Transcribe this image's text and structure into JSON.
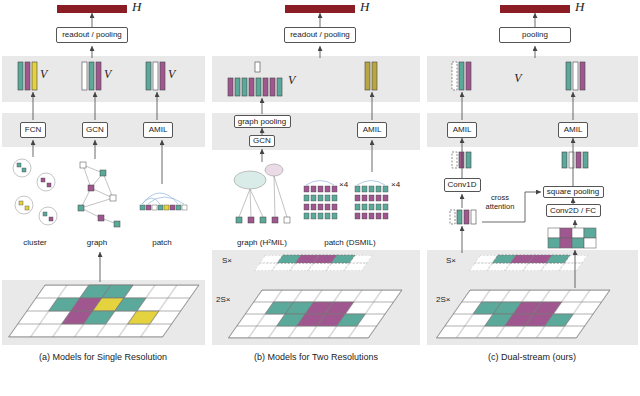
{
  "diagram": {
    "nodes": [
      {
        "text": [
          "H"
        ]
      },
      {
        "text": [
          "readout / pooling"
        ]
      },
      {
        "text": [
          "FCN"
        ]
      },
      {
        "text": [
          "GCN"
        ]
      },
      {
        "text": [
          "AMIL"
        ]
      },
      {
        "text": [
          "H"
        ]
      },
      {
        "text": [
          "readout / pooling"
        ]
      },
      {
        "text": [
          "graph pooling"
        ]
      },
      {
        "text": [
          "GCN"
        ]
      },
      {
        "text": [
          "AMIL"
        ]
      },
      {
        "text": [
          "H"
        ]
      },
      {
        "text": [
          "pooling"
        ]
      },
      {
        "text": [
          "AMIL"
        ]
      },
      {
        "text": [
          "AMIL"
        ]
      },
      {
        "text": [
          "Conv1D"
        ]
      },
      {
        "text": [
          "square pooling"
        ]
      },
      {
        "text": [
          "Conv2D / FC"
        ]
      }
    ],
    "edges": [
      {
        "from": 1,
        "to": 0,
        "arrow": "to"
      },
      {
        "from": 6,
        "to": 5,
        "arrow": "to"
      },
      {
        "from": 8,
        "to": 7,
        "arrow": "to"
      },
      {
        "from": 11,
        "to": 10,
        "arrow": "to"
      },
      {
        "from": 14,
        "to": 12,
        "arrow": "to"
      },
      {
        "from": 16,
        "to": 15,
        "arrow": "to"
      },
      {
        "from": 15,
        "to": 13,
        "arrow": "to"
      }
    ],
    "labels": [
      "V",
      "V",
      "V",
      "V",
      "V",
      "cluster",
      "graph",
      "patch",
      "graph (H²MIL)",
      "patch (DSMIL)",
      "×4",
      "×4",
      "S×",
      "2S×",
      "cross attention",
      "S×",
      "2S×",
      "(a) Models for Single Resolution",
      "(b) Models for Two Resolutions",
      "(c) Dual-stream (ours)"
    ]
  }
}
